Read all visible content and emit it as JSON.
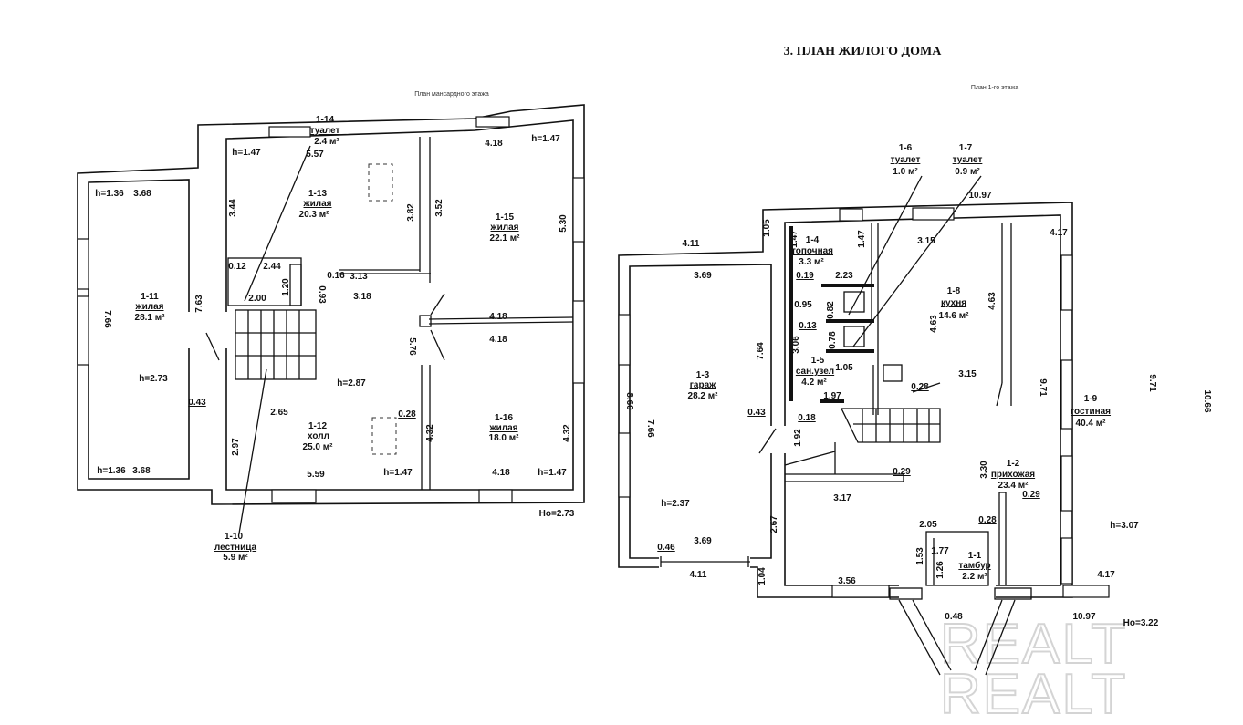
{
  "title": "3. ПЛАН ЖИЛОГО ДОМА",
  "watermark": {
    "text": "REALT"
  },
  "left_plan": {
    "subtitle": "План мансардного этажа",
    "rooms": {
      "r1_14": {
        "num": "1-14",
        "name": "туалет",
        "area": "2.4 м²"
      },
      "r1_13": {
        "num": "1-13",
        "name": "жилая",
        "area": "20.3 м²"
      },
      "r1_15": {
        "num": "1-15",
        "name": "жилая",
        "area": "22.1 м²"
      },
      "r1_11": {
        "num": "1-11",
        "name": "жилая",
        "area": "28.1 м²"
      },
      "r1_12": {
        "num": "1-12",
        "name": "холл",
        "area": "25.0 м²"
      },
      "r1_16": {
        "num": "1-16",
        "name": "жилая",
        "area": "18.0 м²"
      },
      "r1_10": {
        "num": "1-10",
        "name": "лестница",
        "area": "5.9 м²"
      }
    },
    "dims": [
      "h=1.47",
      "5.57",
      "4.18",
      "h=1.47",
      "h=1.36",
      "3.68",
      "3.44",
      "3.82",
      "3.52",
      "5.30",
      "0.12",
      "2.44",
      "0.16",
      "3.13",
      "3.18",
      "1.20",
      "2.00",
      "0.93",
      "7.66",
      "7.63",
      "4.18",
      "4.18",
      "5.76",
      "h=2.73",
      "h=2.87",
      "0.43",
      "2.65",
      "0.28",
      "4.32",
      "4.32",
      "2.97",
      "h=1.36",
      "3.68",
      "5.59",
      "h=1.47",
      "4.18",
      "h=1.47",
      "Hо=2.73"
    ]
  },
  "right_plan": {
    "subtitle": "План 1-го этажа",
    "rooms": {
      "r1_6": {
        "num": "1-6",
        "name": "туалет",
        "area": "1.0 м²"
      },
      "r1_7": {
        "num": "1-7",
        "name": "туалет",
        "area": "0.9 м²"
      },
      "r1_4": {
        "num": "1-4",
        "name": "топочная",
        "area": "3.3 м²"
      },
      "r1_8": {
        "num": "1-8",
        "name": "кухня",
        "area": "14.6 м²"
      },
      "r1_5": {
        "num": "1-5",
        "name": "сан.узел",
        "area": "4.2 м²"
      },
      "r1_3": {
        "num": "1-3",
        "name": "гараж",
        "area": "28.2 м²"
      },
      "r1_9": {
        "num": "1-9",
        "name": "гостиная",
        "area": "40.4 м²"
      },
      "r1_2": {
        "num": "1-2",
        "name": "прихожая",
        "area": "23.4 м²"
      },
      "r1_1": {
        "num": "1-1",
        "name": "тамбур",
        "area": "2.2 м²"
      }
    },
    "dims": [
      "10.97",
      "4.11",
      "1.05",
      "1.47",
      "1.47",
      "3.15",
      "4.17",
      "3.69",
      "0.19",
      "2.23",
      "4.63",
      "4.63",
      "0.95",
      "0.82",
      "0.13",
      "0.78",
      "3.06",
      "7.64",
      "8.60",
      "7.66",
      "1.05",
      "1.97",
      "3.15",
      "0.28",
      "9.71",
      "9.71",
      "10.66",
      "0.43",
      "0.18",
      "1.92",
      "0.29",
      "3.30",
      "3.17",
      "0.29",
      "h=2.37",
      "h=3.07",
      "2.05",
      "0.28",
      "2.67",
      "0.46",
      "3.69",
      "1.77",
      "1.53",
      "1.26",
      "4.11",
      "1.04",
      "3.56",
      "4.17",
      "0.48",
      "10.97",
      "Hо=3.22"
    ]
  }
}
